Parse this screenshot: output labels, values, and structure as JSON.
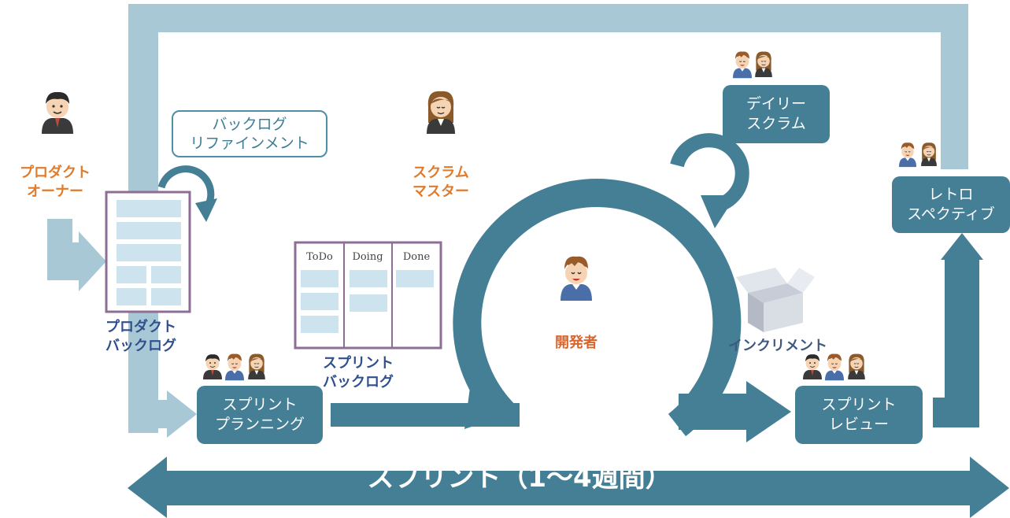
{
  "roles": {
    "product_owner": "プロダクト\nオーナー",
    "scrum_master": "スクラム\nマスター",
    "developers": "開発者"
  },
  "labels": {
    "product_backlog": "プロダクト\nバックログ",
    "sprint_backlog": "スプリント\nバックログ",
    "increment": "インクリメント",
    "backlog_refinement": "バックログ\nリファインメント"
  },
  "events": {
    "daily_scrum": "デイリー\nスクラム",
    "retrospective": "レトロ\nスペクティブ",
    "sprint_planning": "スプリント\nプランニング",
    "sprint_review": "スプリント\nレビュー"
  },
  "kanban": {
    "columns": [
      "ToDo",
      "Doing",
      "Done"
    ]
  },
  "sprint_span": "スプリント（1〜4週間）",
  "colors": {
    "primary": "#447f96",
    "light": "#a9c8d6",
    "role_text": "#e07b2c",
    "label_text": "#2f4f8f"
  }
}
